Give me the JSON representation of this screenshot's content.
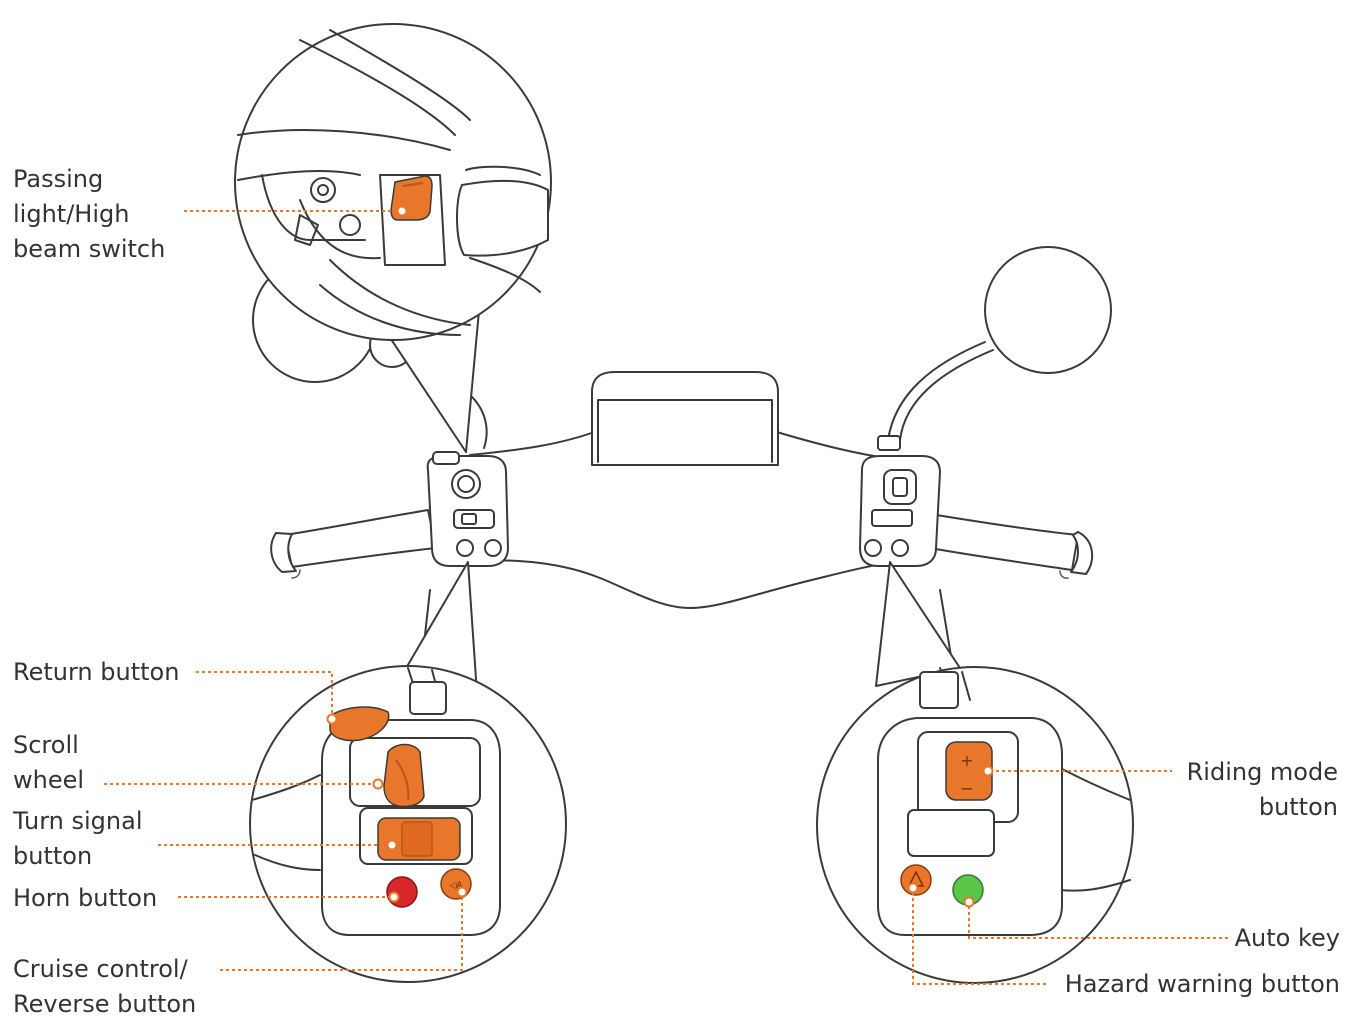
{
  "colors": {
    "accent_orange": "#E8762B",
    "horn_red": "#D8262A",
    "auto_key_green": "#5CC64A",
    "line_ink": "#3A3A3A",
    "label_text": "#333333"
  },
  "labels": {
    "passing_light": "Passing\nlight/High\nbeam switch",
    "return_button": "Return button",
    "scroll_wheel": "Scroll\nwheel",
    "turn_signal": "Turn signal\nbutton",
    "horn_button": "Horn button",
    "cruise_control": "Cruise control/\nReverse button",
    "riding_mode": "Riding mode\nbutton",
    "auto_key": "Auto key",
    "hazard_warning": "Hazard warning button"
  }
}
